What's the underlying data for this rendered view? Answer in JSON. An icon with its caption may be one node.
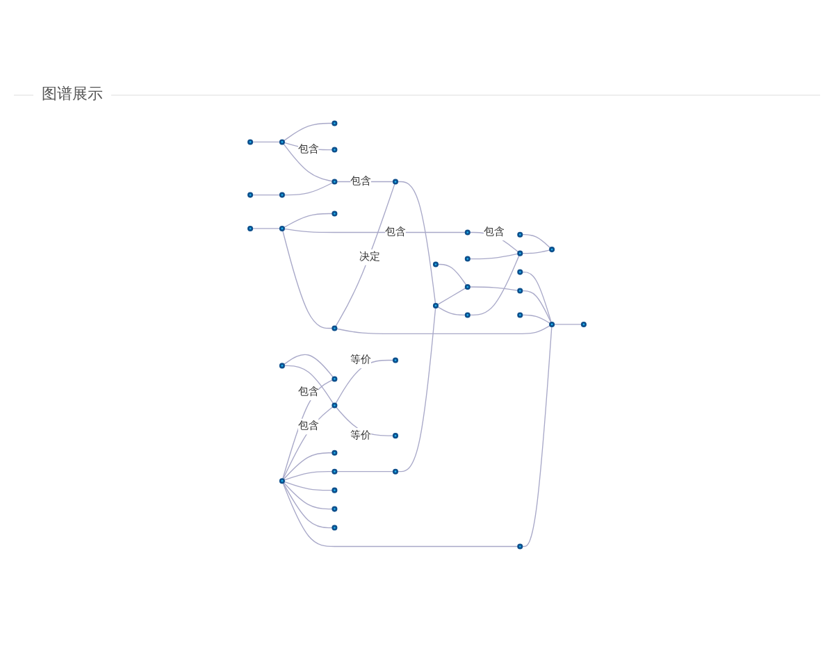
{
  "diagram": {
    "title": "图谱展示",
    "nodes": [
      {
        "text": [],
        "shape": "circle"
      },
      {
        "text": [],
        "shape": "circle"
      },
      {
        "text": [],
        "shape": "circle"
      },
      {
        "text": [],
        "shape": "circle"
      },
      {
        "text": [],
        "shape": "circle"
      },
      {
        "text": [],
        "shape": "circle"
      },
      {
        "text": [],
        "shape": "circle"
      },
      {
        "text": [],
        "shape": "circle"
      },
      {
        "text": [],
        "shape": "circle"
      },
      {
        "text": [],
        "shape": "circle"
      },
      {
        "text": [],
        "shape": "circle"
      },
      {
        "text": [],
        "shape": "circle"
      },
      {
        "text": [],
        "shape": "circle"
      },
      {
        "text": [],
        "shape": "circle"
      },
      {
        "text": [],
        "shape": "circle"
      },
      {
        "text": [],
        "shape": "circle"
      },
      {
        "text": [],
        "shape": "circle"
      },
      {
        "text": [],
        "shape": "circle"
      },
      {
        "text": [],
        "shape": "circle"
      },
      {
        "text": [],
        "shape": "circle"
      },
      {
        "text": [],
        "shape": "circle"
      },
      {
        "text": [],
        "shape": "circle"
      },
      {
        "text": [],
        "shape": "circle"
      },
      {
        "text": [],
        "shape": "circle"
      },
      {
        "text": [],
        "shape": "circle"
      },
      {
        "text": [],
        "shape": "circle"
      },
      {
        "text": [],
        "shape": "circle"
      },
      {
        "text": [],
        "shape": "circle"
      },
      {
        "text": [],
        "shape": "circle"
      },
      {
        "text": [],
        "shape": "circle"
      },
      {
        "text": [],
        "shape": "circle"
      },
      {
        "text": [],
        "shape": "circle"
      },
      {
        "text": [],
        "shape": "circle"
      },
      {
        "text": [],
        "shape": "circle"
      },
      {
        "text": [],
        "shape": "circle"
      },
      {
        "text": [],
        "shape": "circle"
      },
      {
        "text": [],
        "shape": "circle"
      },
      {
        "text": [],
        "shape": "circle"
      },
      {
        "text": [],
        "shape": "circle"
      }
    ],
    "edges": [
      {
        "from": 20,
        "to": 16,
        "arrow": "none",
        "label": "包含"
      },
      {
        "from": 20,
        "to": 21,
        "arrow": "none",
        "label": "包含"
      },
      {
        "from": 20,
        "to": 17,
        "arrow": "none"
      },
      {
        "from": 20,
        "to": 18,
        "arrow": "none"
      },
      {
        "from": 20,
        "to": 34,
        "arrow": "none"
      },
      {
        "from": 20,
        "to": 35,
        "arrow": "none"
      },
      {
        "from": 20,
        "to": 27,
        "arrow": "none"
      },
      {
        "from": 20,
        "to": 36,
        "arrow": "none"
      },
      {
        "from": 21,
        "to": 33,
        "arrow": "none",
        "label": "等价"
      },
      {
        "from": 21,
        "to": 26,
        "arrow": "none",
        "label": "等价"
      },
      {
        "from": 15,
        "to": 16,
        "arrow": "none"
      },
      {
        "from": 15,
        "to": 21,
        "arrow": "none"
      },
      {
        "from": 3,
        "to": 4,
        "arrow": "none"
      },
      {
        "from": 3,
        "to": 1,
        "arrow": "none",
        "label": "包含"
      },
      {
        "from": 3,
        "to": 10,
        "arrow": "none"
      },
      {
        "from": 0,
        "to": 3,
        "arrow": "none"
      },
      {
        "from": 2,
        "to": 5,
        "arrow": "none"
      },
      {
        "from": 5,
        "to": 10,
        "arrow": "none"
      },
      {
        "from": 10,
        "to": 14,
        "arrow": "none",
        "label": "包含"
      },
      {
        "from": 6,
        "to": 7,
        "arrow": "none"
      },
      {
        "from": 7,
        "to": 8,
        "arrow": "none"
      },
      {
        "from": 7,
        "to": 9,
        "arrow": "none",
        "label": "包含"
      },
      {
        "from": 7,
        "to": 11,
        "arrow": "none"
      },
      {
        "from": 9,
        "to": 24,
        "arrow": "none",
        "label": "包含"
      },
      {
        "from": 11,
        "to": 14,
        "arrow": "none",
        "label": "决定"
      },
      {
        "from": 11,
        "to": 37,
        "arrow": "none"
      },
      {
        "from": 12,
        "to": 24,
        "arrow": "none"
      },
      {
        "from": 13,
        "to": 25,
        "arrow": "none"
      },
      {
        "from": 14,
        "to": 22,
        "arrow": "none"
      },
      {
        "from": 18,
        "to": 19,
        "arrow": "none"
      },
      {
        "from": 19,
        "to": 22,
        "arrow": "none"
      },
      {
        "from": 22,
        "to": 29,
        "arrow": "none"
      },
      {
        "from": 22,
        "to": 23,
        "arrow": "none"
      },
      {
        "from": 23,
        "to": 24,
        "arrow": "none"
      },
      {
        "from": 24,
        "to": 25,
        "arrow": "none"
      },
      {
        "from": 28,
        "to": 29,
        "arrow": "none"
      },
      {
        "from": 29,
        "to": 31,
        "arrow": "none"
      },
      {
        "from": 30,
        "to": 37,
        "arrow": "none"
      },
      {
        "from": 31,
        "to": 37,
        "arrow": "none"
      },
      {
        "from": 32,
        "to": 37,
        "arrow": "none"
      },
      {
        "from": 37,
        "to": 38,
        "arrow": "none"
      },
      {
        "from": 36,
        "to": 37,
        "arrow": "none"
      }
    ]
  }
}
